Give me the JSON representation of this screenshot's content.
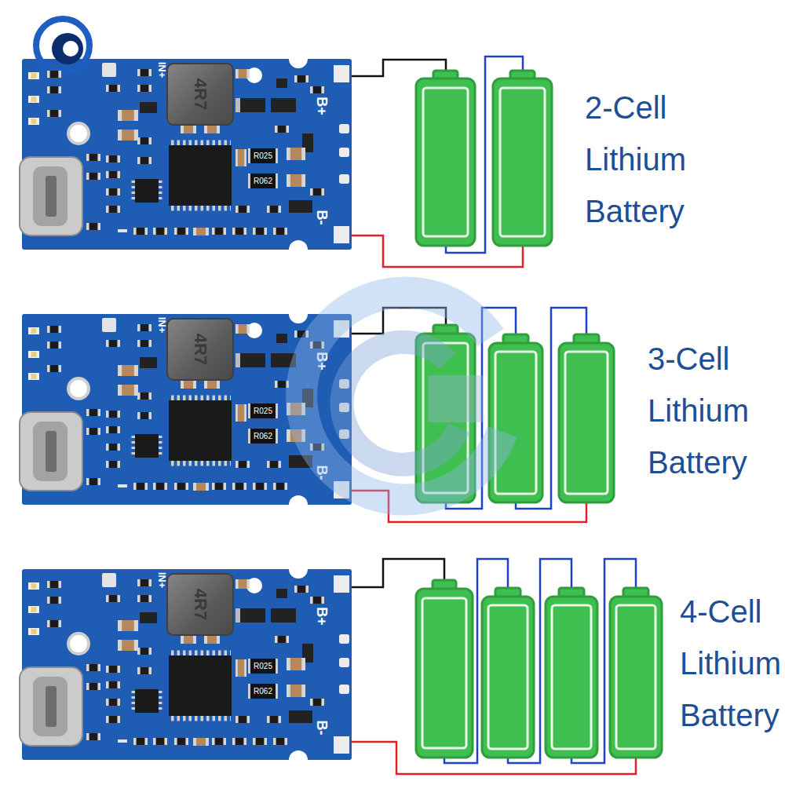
{
  "diagram": {
    "nodes": [
      {
        "text": [
          "IN+",
          "B+",
          "B-"
        ]
      },
      {
        "text": [
          "4R7"
        ],
        "in": 0
      },
      {
        "text": [
          "R025"
        ],
        "in": 0
      },
      {
        "text": [
          "R062"
        ],
        "in": 0
      },
      {
        "text": [
          "IN+",
          "B+",
          "B-"
        ]
      },
      {
        "text": [
          "4R7"
        ],
        "in": 4
      },
      {
        "text": [
          "R025"
        ],
        "in": 4
      },
      {
        "text": [
          "R062"
        ],
        "in": 4
      },
      {
        "text": [
          "IN+",
          "B+",
          "B-"
        ]
      },
      {
        "text": [
          "4R7"
        ],
        "in": 8
      },
      {
        "text": [
          "R025"
        ],
        "in": 8
      },
      {
        "text": [
          "R062"
        ],
        "in": 8
      }
    ],
    "labels": [
      "2-Cell Lithium Battery",
      "3-Cell Lithium Battery",
      "4-Cell Lithium Battery"
    ]
  }
}
